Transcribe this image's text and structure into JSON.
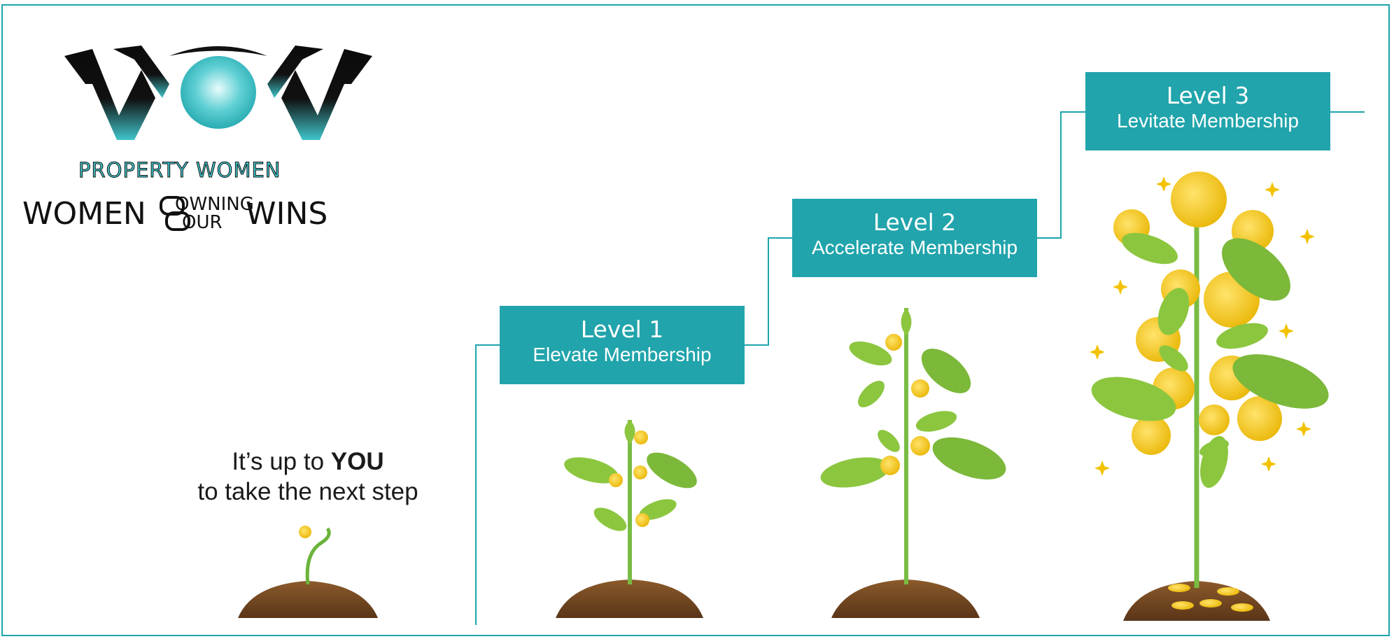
{
  "logo": {
    "mark": "WOW",
    "subtitle": "PROPERTY WOMEN",
    "tagline_words": [
      "WOMEN",
      "OWNING",
      "OUR",
      "WINS"
    ],
    "colors": {
      "teal": "#1ea5ac",
      "light_teal": "#3fc5ca",
      "dark": "#111111"
    }
  },
  "levels": [
    {
      "title": "Level 1",
      "subtitle": "Elevate Membership"
    },
    {
      "title": "Level 2",
      "subtitle": "Accelerate Membership"
    },
    {
      "title": "Level 3",
      "subtitle": "Levitate Membership"
    }
  ],
  "cta": {
    "line1_prefix": "It’s up to ",
    "line1_bold": "YOU",
    "line2": "to take the next step"
  },
  "icons": [
    "seedling-icon",
    "small-plant-icon",
    "medium-plant-icon",
    "money-tree-icon"
  ],
  "colors": {
    "accent": "#21a4ac",
    "leaf": "#8cc63f",
    "coin": "#f2c200",
    "soil": "#7a4a25"
  }
}
